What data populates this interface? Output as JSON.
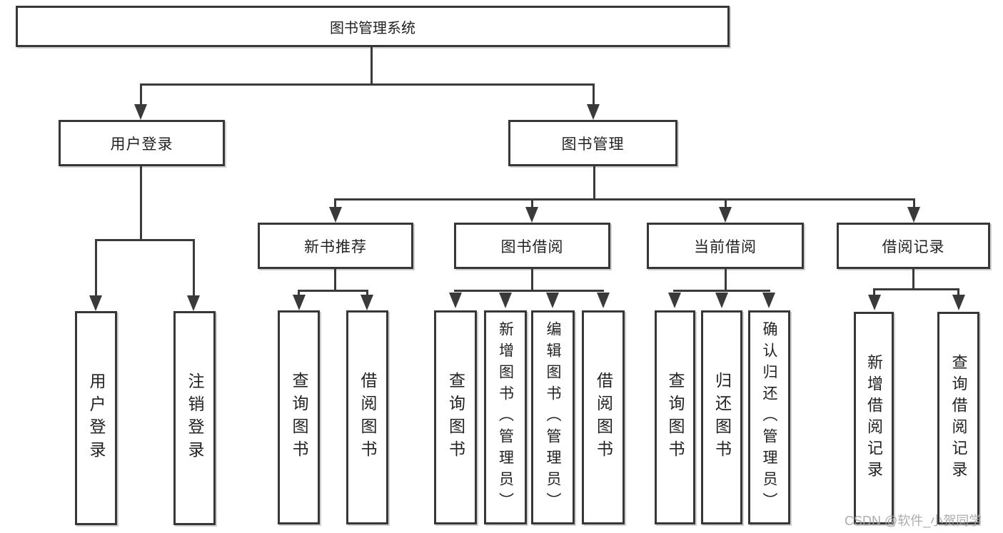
{
  "diagram": {
    "title": "图书管理系统",
    "root": {
      "label": "图书管理系统"
    },
    "level2": {
      "user_login": {
        "label": "用户登录"
      },
      "book_management": {
        "label": "图书管理"
      }
    },
    "level3": {
      "new_books": {
        "label": "新书推荐"
      },
      "book_borrow": {
        "label": "图书借阅"
      },
      "current_borrow": {
        "label": "当前借阅"
      },
      "borrow_records": {
        "label": "借阅记录"
      }
    },
    "leaves": {
      "user_login": [
        "用户登录",
        "注销登录"
      ],
      "new_books": [
        "查询图书",
        "借阅图书"
      ],
      "book_borrow": [
        "查询图书",
        "新增图书（管理员）",
        "编辑图书（管理员）",
        "借阅图书"
      ],
      "current_borrow": [
        "查询图书",
        "归还图书",
        "确认归还（管理员）"
      ],
      "borrow_records": [
        "新增借阅记录",
        "查询借阅记录"
      ]
    },
    "line_color": "#3a3a3a",
    "box_border_color": "#373737"
  },
  "watermark": {
    "text": "CSDN @软件_小贺同学"
  }
}
